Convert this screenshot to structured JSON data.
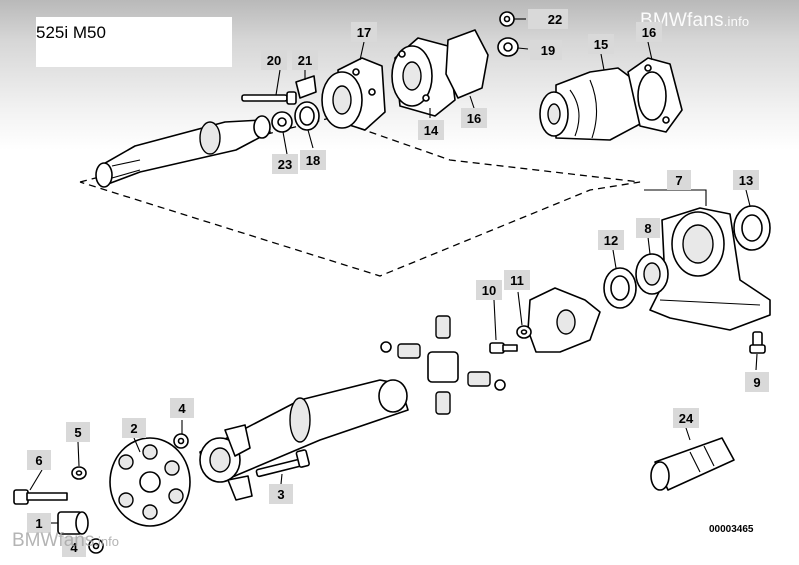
{
  "header": {
    "model": "525i M50"
  },
  "watermarks": {
    "top_brand": "BMWfans",
    "top_suffix": ".info",
    "bottom_brand": "BMWfans",
    "bottom_suffix": ".info"
  },
  "diagram_code": "00003465",
  "callouts": [
    {
      "id": "c1",
      "label": "1"
    },
    {
      "id": "c2",
      "label": "2"
    },
    {
      "id": "c3",
      "label": "3"
    },
    {
      "id": "c4a",
      "label": "4"
    },
    {
      "id": "c4b",
      "label": "4"
    },
    {
      "id": "c5",
      "label": "5"
    },
    {
      "id": "c6",
      "label": "6"
    },
    {
      "id": "c7",
      "label": "7"
    },
    {
      "id": "c8",
      "label": "8"
    },
    {
      "id": "c9",
      "label": "9"
    },
    {
      "id": "c10",
      "label": "10"
    },
    {
      "id": "c11",
      "label": "11"
    },
    {
      "id": "c12",
      "label": "12"
    },
    {
      "id": "c13",
      "label": "13"
    },
    {
      "id": "c14",
      "label": "14"
    },
    {
      "id": "c15",
      "label": "15"
    },
    {
      "id": "c16a",
      "label": "16"
    },
    {
      "id": "c16b",
      "label": "16"
    },
    {
      "id": "c17",
      "label": "17"
    },
    {
      "id": "c18",
      "label": "18"
    },
    {
      "id": "c19",
      "label": "19"
    },
    {
      "id": "c20",
      "label": "20"
    },
    {
      "id": "c21",
      "label": "21"
    },
    {
      "id": "c22",
      "label": "22"
    },
    {
      "id": "c23",
      "label": "23"
    },
    {
      "id": "c24",
      "label": "24"
    }
  ]
}
